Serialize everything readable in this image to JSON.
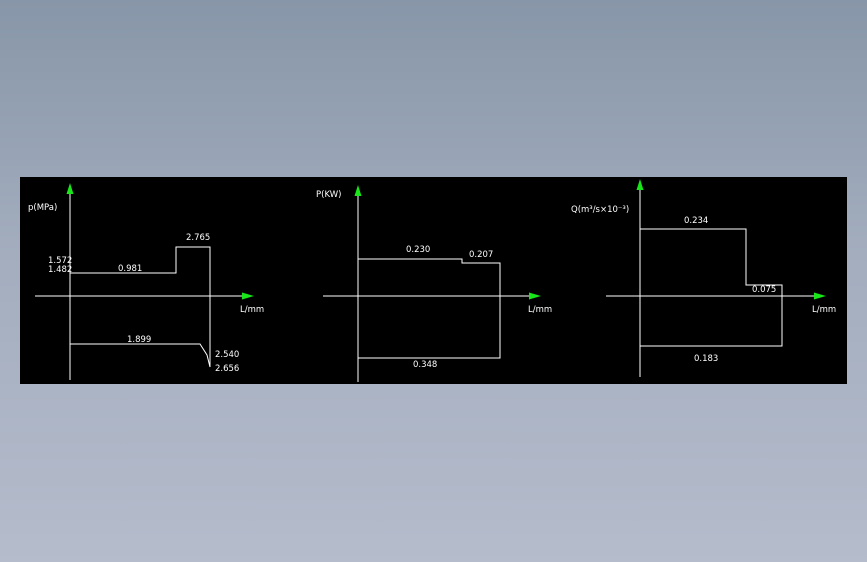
{
  "colors": {
    "background": "#8c99aa",
    "drawing_bg": "#000000",
    "line": "#ffffff",
    "arrow": "#19e619"
  },
  "diagrams": {
    "pressure": {
      "y_label": "p(MPa)",
      "x_label": "L/mm",
      "values": {
        "v1572": "1.572",
        "v1482": "1.482",
        "v0981": "0.981",
        "v2765": "2.765",
        "v1899": "1.899",
        "v2540": "2.540",
        "v2656": "2.656"
      }
    },
    "power": {
      "y_label": "P(KW)",
      "x_label": "L/mm",
      "values": {
        "v0230": "0.230",
        "v0207": "0.207",
        "v0348": "0.348"
      }
    },
    "flow": {
      "y_label": "Q(m³/s×10⁻³)",
      "x_label": "L/mm",
      "values": {
        "v0234": "0.234",
        "v0075": "0.075",
        "v0183": "0.183"
      }
    }
  }
}
